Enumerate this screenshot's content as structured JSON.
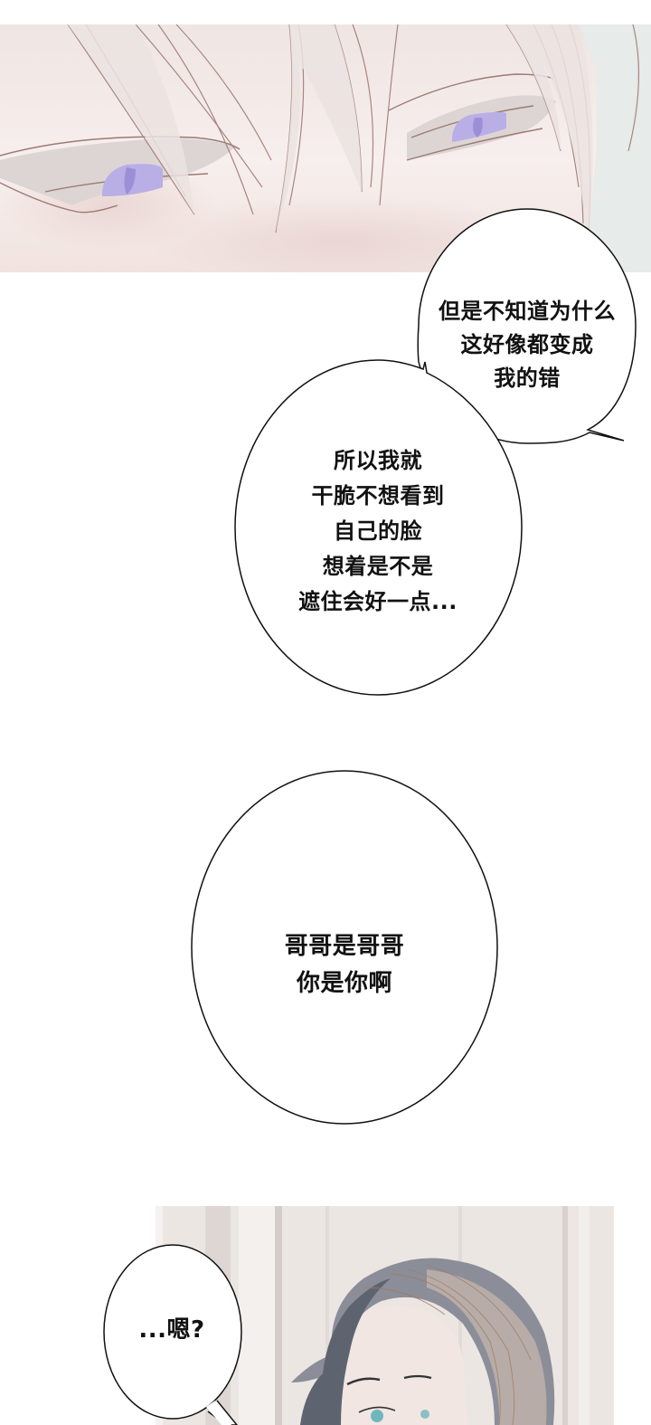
{
  "page": {
    "type": "webcomic-strip",
    "background": "#ffffff"
  },
  "panels": [
    {
      "id": "eyes-closeup",
      "description": "Close-up of white-haired character's eyes with violet irises",
      "colors": {
        "skin": "#f3ebe9",
        "hair": "#e6dcda",
        "line": "#9c7a74",
        "iris": "#b9aee6",
        "background_right": "#e7ebea"
      }
    },
    {
      "id": "dark-haired-character",
      "description": "Dark-haired character with teal eyes in front of paneled wall",
      "colors": {
        "wall": "#ece6e3",
        "hair": "#5d6470",
        "hair_light": "#b7aca8",
        "eye": "#6fb6bf"
      }
    }
  ],
  "bubbles": [
    {
      "id": "bubble-1",
      "lines": "但是不知道为什么\n这好像都变成\n我的错"
    },
    {
      "id": "bubble-2",
      "lines": "所以我就\n干脆不想看到\n自己的脸\n想着是不是\n遮住会好一点..."
    },
    {
      "id": "bubble-3",
      "lines": "哥哥是哥哥\n你是你啊"
    },
    {
      "id": "bubble-4",
      "lines": "...嗯?"
    }
  ]
}
